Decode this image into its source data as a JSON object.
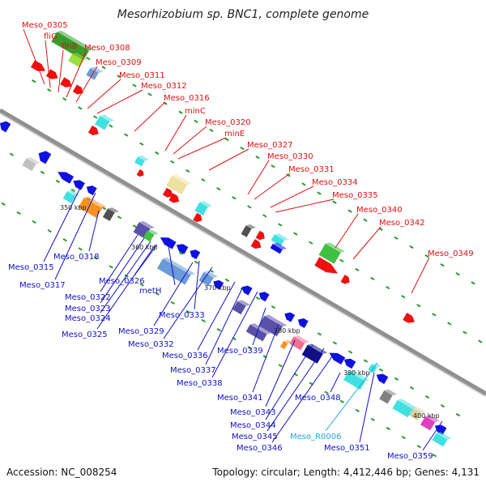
{
  "title": "Mesorhizobium sp. BNC1, complete genome",
  "footer": {
    "accession": "Accession: NC_008254",
    "summary": "Topology: circular; Length: 4,412,446 bp; Genes: 4,131"
  },
  "colors": {
    "upper_label": "#e01010",
    "lower_label": "#1010c8",
    "rna_label": "#20a8d8",
    "backbone": "#909090",
    "tick": "#2a9a2a"
  },
  "upper_labels": [
    "Meso_0305",
    "fliG",
    "flhB",
    "Meso_0308",
    "Meso_0309",
    "Meso_0311",
    "Meso_0312",
    "Meso_0316",
    "minC",
    "Meso_0320",
    "minE",
    "Meso_0327",
    "Meso_0330",
    "Meso_0331",
    "Meso_0334",
    "Meso_0335",
    "Meso_0340",
    "Meso_0342",
    "Meso_0349"
  ],
  "lower_labels": [
    "Meso_0315",
    "Meso_0317",
    "Meso_0318",
    "Meso_0322",
    "Meso_0323",
    "Meso_0324",
    "Meso_0325",
    "Meso_0326",
    "metH",
    "Meso_0329",
    "Meso_0332",
    "Meso_0333",
    "Meso_0336",
    "Meso_0337",
    "Meso_0338",
    "Meso_0339",
    "Meso_0341",
    "Meso_0343",
    "Meso_0344",
    "Meso_0345",
    "Meso_0346",
    "Meso_0348",
    "Meso_R0006",
    "Meso_0351",
    "Meso_0359"
  ],
  "scale_labels": [
    "350 kbp",
    "360 kbp",
    "370 kbp",
    "380 kbp",
    "390 kbp",
    "400 kbp"
  ]
}
